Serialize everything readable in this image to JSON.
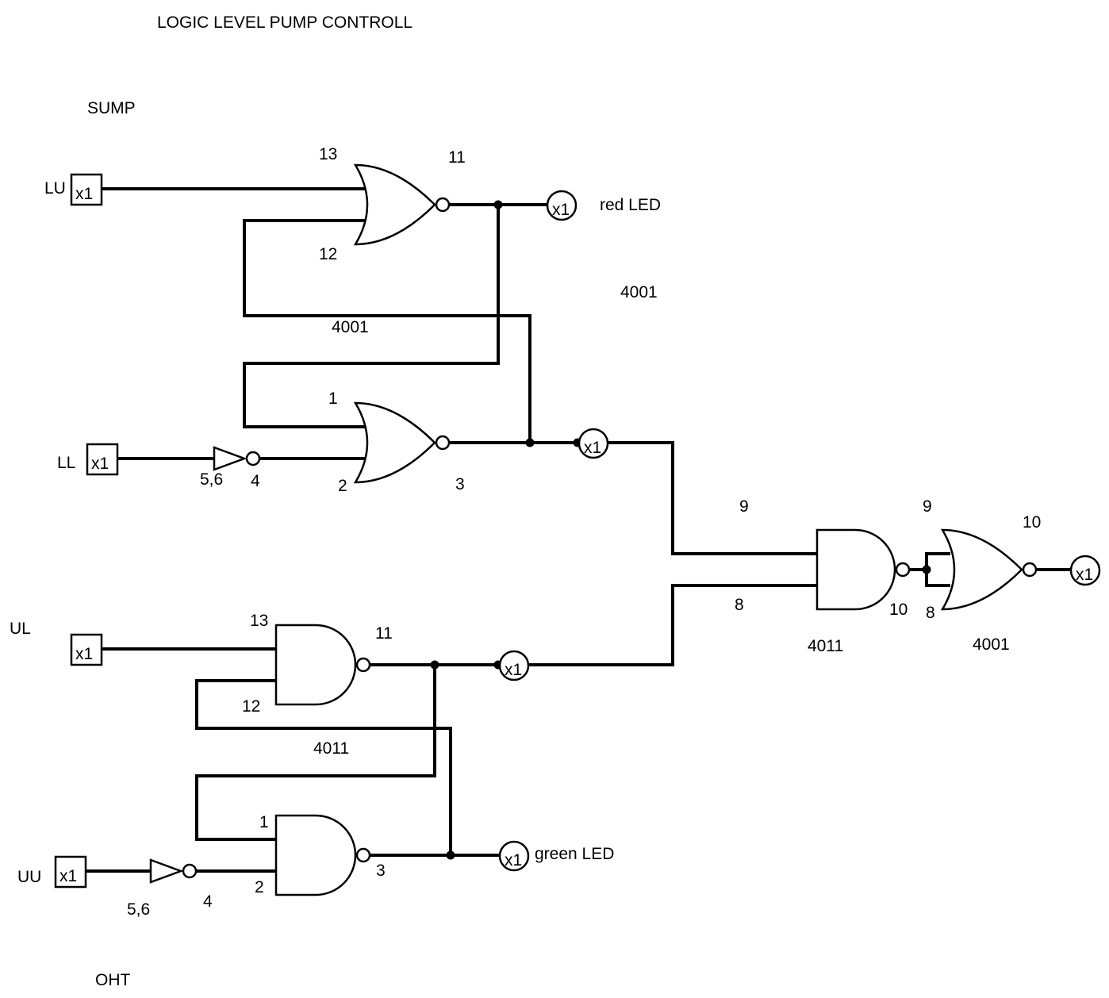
{
  "title": "LOGIC LEVEL PUMP CONTROLL",
  "sections": {
    "sump": "SUMP",
    "oht": "OHT"
  },
  "inputs": {
    "lu": "LU",
    "ll": "LL",
    "ul": "UL",
    "uu": "UU"
  },
  "box_label": "x1",
  "outputs": {
    "red": "red LED",
    "green": "green LED"
  },
  "chips": {
    "sump_or": "4001",
    "sump_or_right": "4001",
    "oht_nand": "4011",
    "final_nand": "4011",
    "final_nor": "4001"
  },
  "pins": {
    "g1_in_top": "13",
    "g1_in_bot": "12",
    "g1_out": "11",
    "g2_in_top": "1",
    "g2_in_bot": "2",
    "g2_out": "3",
    "inv1_pins": "5,6",
    "inv1_out": "4",
    "g3_in_top": "13",
    "g3_in_bot": "12",
    "g3_out": "11",
    "g4_in_top": "1",
    "g4_in_bot": "2",
    "g4_out": "3",
    "inv2_pins": "5,6",
    "inv2_out": "4",
    "g5_in_top": "9",
    "g5_in_bot": "8",
    "g5_out": "10",
    "g6_in_top": "9",
    "g6_in_bot": "8",
    "g6_out": "10"
  }
}
